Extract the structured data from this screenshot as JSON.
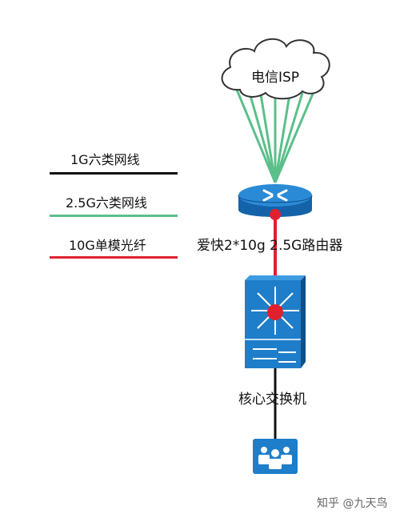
{
  "legend": {
    "items": [
      {
        "label": "1G六类网线",
        "color": "#111111"
      },
      {
        "label": "2.5G六类网线",
        "color": "#5bbf8a"
      },
      {
        "label": "10G单模光纤",
        "color": "#e0202e"
      }
    ]
  },
  "nodes": {
    "cloud": {
      "label": "电信ISP",
      "icon": "cloud-icon"
    },
    "router": {
      "label": "爱快2*10g 2.5G路由器",
      "icon": "router-icon"
    },
    "switch": {
      "label": "核心交换机",
      "icon": "layer3-switch-icon"
    },
    "users": {
      "icon": "workgroup-icon"
    }
  },
  "links": [
    {
      "from": "cloud",
      "to": "router",
      "type": "2.5G六类网线",
      "count": 7
    },
    {
      "from": "router",
      "to": "switch",
      "type": "10G单模光纤"
    },
    {
      "from": "switch",
      "to": "users",
      "type": "1G六类网线"
    }
  ],
  "watermark": "知乎 @九天鸟",
  "colors": {
    "device_blue": "#1f7ec9",
    "device_dark": "#1463a8",
    "accent_red": "#e0202e",
    "green": "#5bbf8a"
  }
}
